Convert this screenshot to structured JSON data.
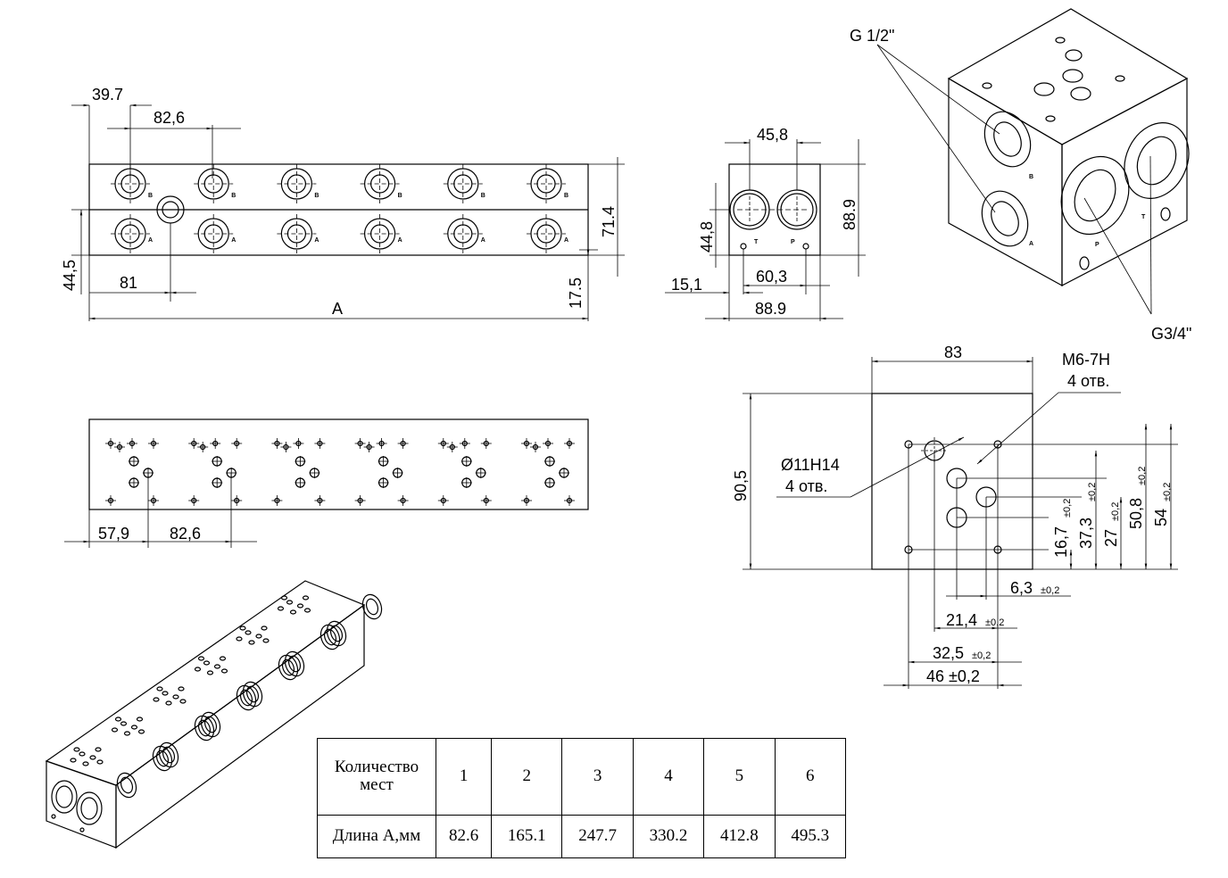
{
  "front_view": {
    "dims": {
      "d1": "39.7",
      "d2": "82,6",
      "d3": "44,5",
      "d4": "81",
      "d5": "A",
      "d6": "71.4",
      "d7": "17.5"
    },
    "port_b": "B",
    "port_a": "A"
  },
  "side_view": {
    "dims": {
      "d1": "45,8",
      "d2": "88.9",
      "d3": "44,8",
      "d4": "15,1",
      "d5": "60,3",
      "d6": "88.9"
    },
    "port_t": "T",
    "port_p": "P"
  },
  "iso_cube": {
    "thread_small": "G 1/2\"",
    "thread_large": "G3/4\"",
    "label_b": "B",
    "label_a": "A",
    "label_t": "T",
    "label_p": "P"
  },
  "bottom_view": {
    "dims": {
      "d1": "57,9",
      "d2": "82,6"
    }
  },
  "face_detail": {
    "dims": {
      "width": "83",
      "height": "90,5",
      "hole_note_1": "M6-7H",
      "hole_note_2": "4 отв.",
      "bore_note_1": "Ø11H14",
      "bore_note_2": "4 отв.",
      "v1": "16,7",
      "v2": "37,3",
      "v3": "27",
      "v4": "50,8",
      "v5": "54",
      "h1": "6,3",
      "h2": "21,4",
      "h3": "32,5",
      "h4": "46 ±0,2",
      "tol": "±0,2"
    }
  },
  "table": {
    "row1_label": "Количество мест",
    "row2_label": "Длина А,мм",
    "counts": [
      "1",
      "2",
      "3",
      "4",
      "5",
      "6"
    ],
    "lengths": [
      "82.6",
      "165.1",
      "247.7",
      "330.2",
      "412.8",
      "495.3"
    ]
  }
}
